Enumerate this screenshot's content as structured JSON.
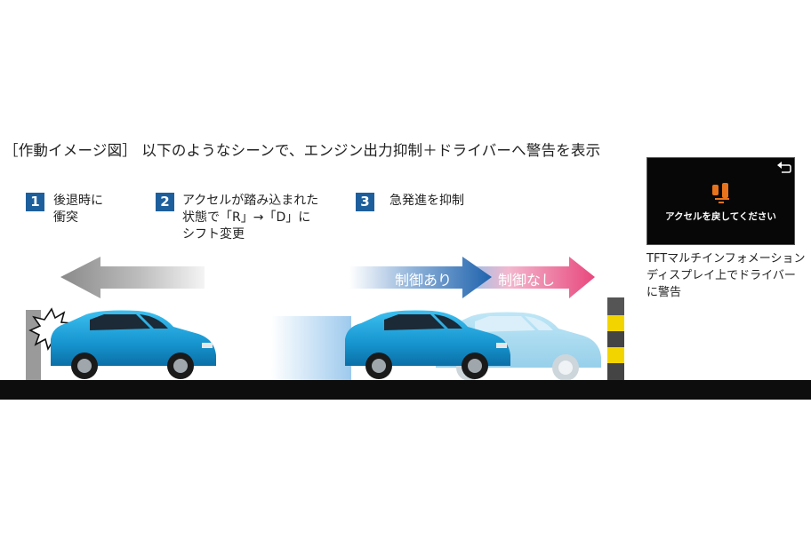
{
  "title": "［作動イメージ図］ 以下のようなシーンで、エンジン出力抑制＋ドライバーへ警告を表示",
  "steps": [
    {
      "number": "1",
      "line1": "後退時に",
      "line2": "衝突",
      "line3": ""
    },
    {
      "number": "2",
      "line1": "アクセルが踏み込まれた",
      "line2": "状態で「R」→「D」に",
      "line3": "シフト変更"
    },
    {
      "number": "3",
      "line1": "急発進を抑制",
      "line2": "",
      "line3": ""
    }
  ],
  "arrows": {
    "with_control": "制御あり",
    "without_control": "制御なし"
  },
  "tft": {
    "message": "アクセルを戻してください",
    "caption_line1": "TFTマルチインフォメーション",
    "caption_line2": "ディスプレイ上でドライバー",
    "caption_line3": "に警告"
  },
  "colors": {
    "step_badge": "#1d5f9c",
    "car_body": "#1a9fd6",
    "arrow_blue": "#1f63ad",
    "arrow_pink": "#e8487d",
    "arrow_gray": "#8a8a8a",
    "warning_icon": "#e8731c",
    "post_yellow": "#f2d500",
    "road": "#0d0d0d"
  },
  "icons": [
    "impact-burst-icon",
    "back-arrow-icon",
    "accelerator-warning-icon"
  ]
}
